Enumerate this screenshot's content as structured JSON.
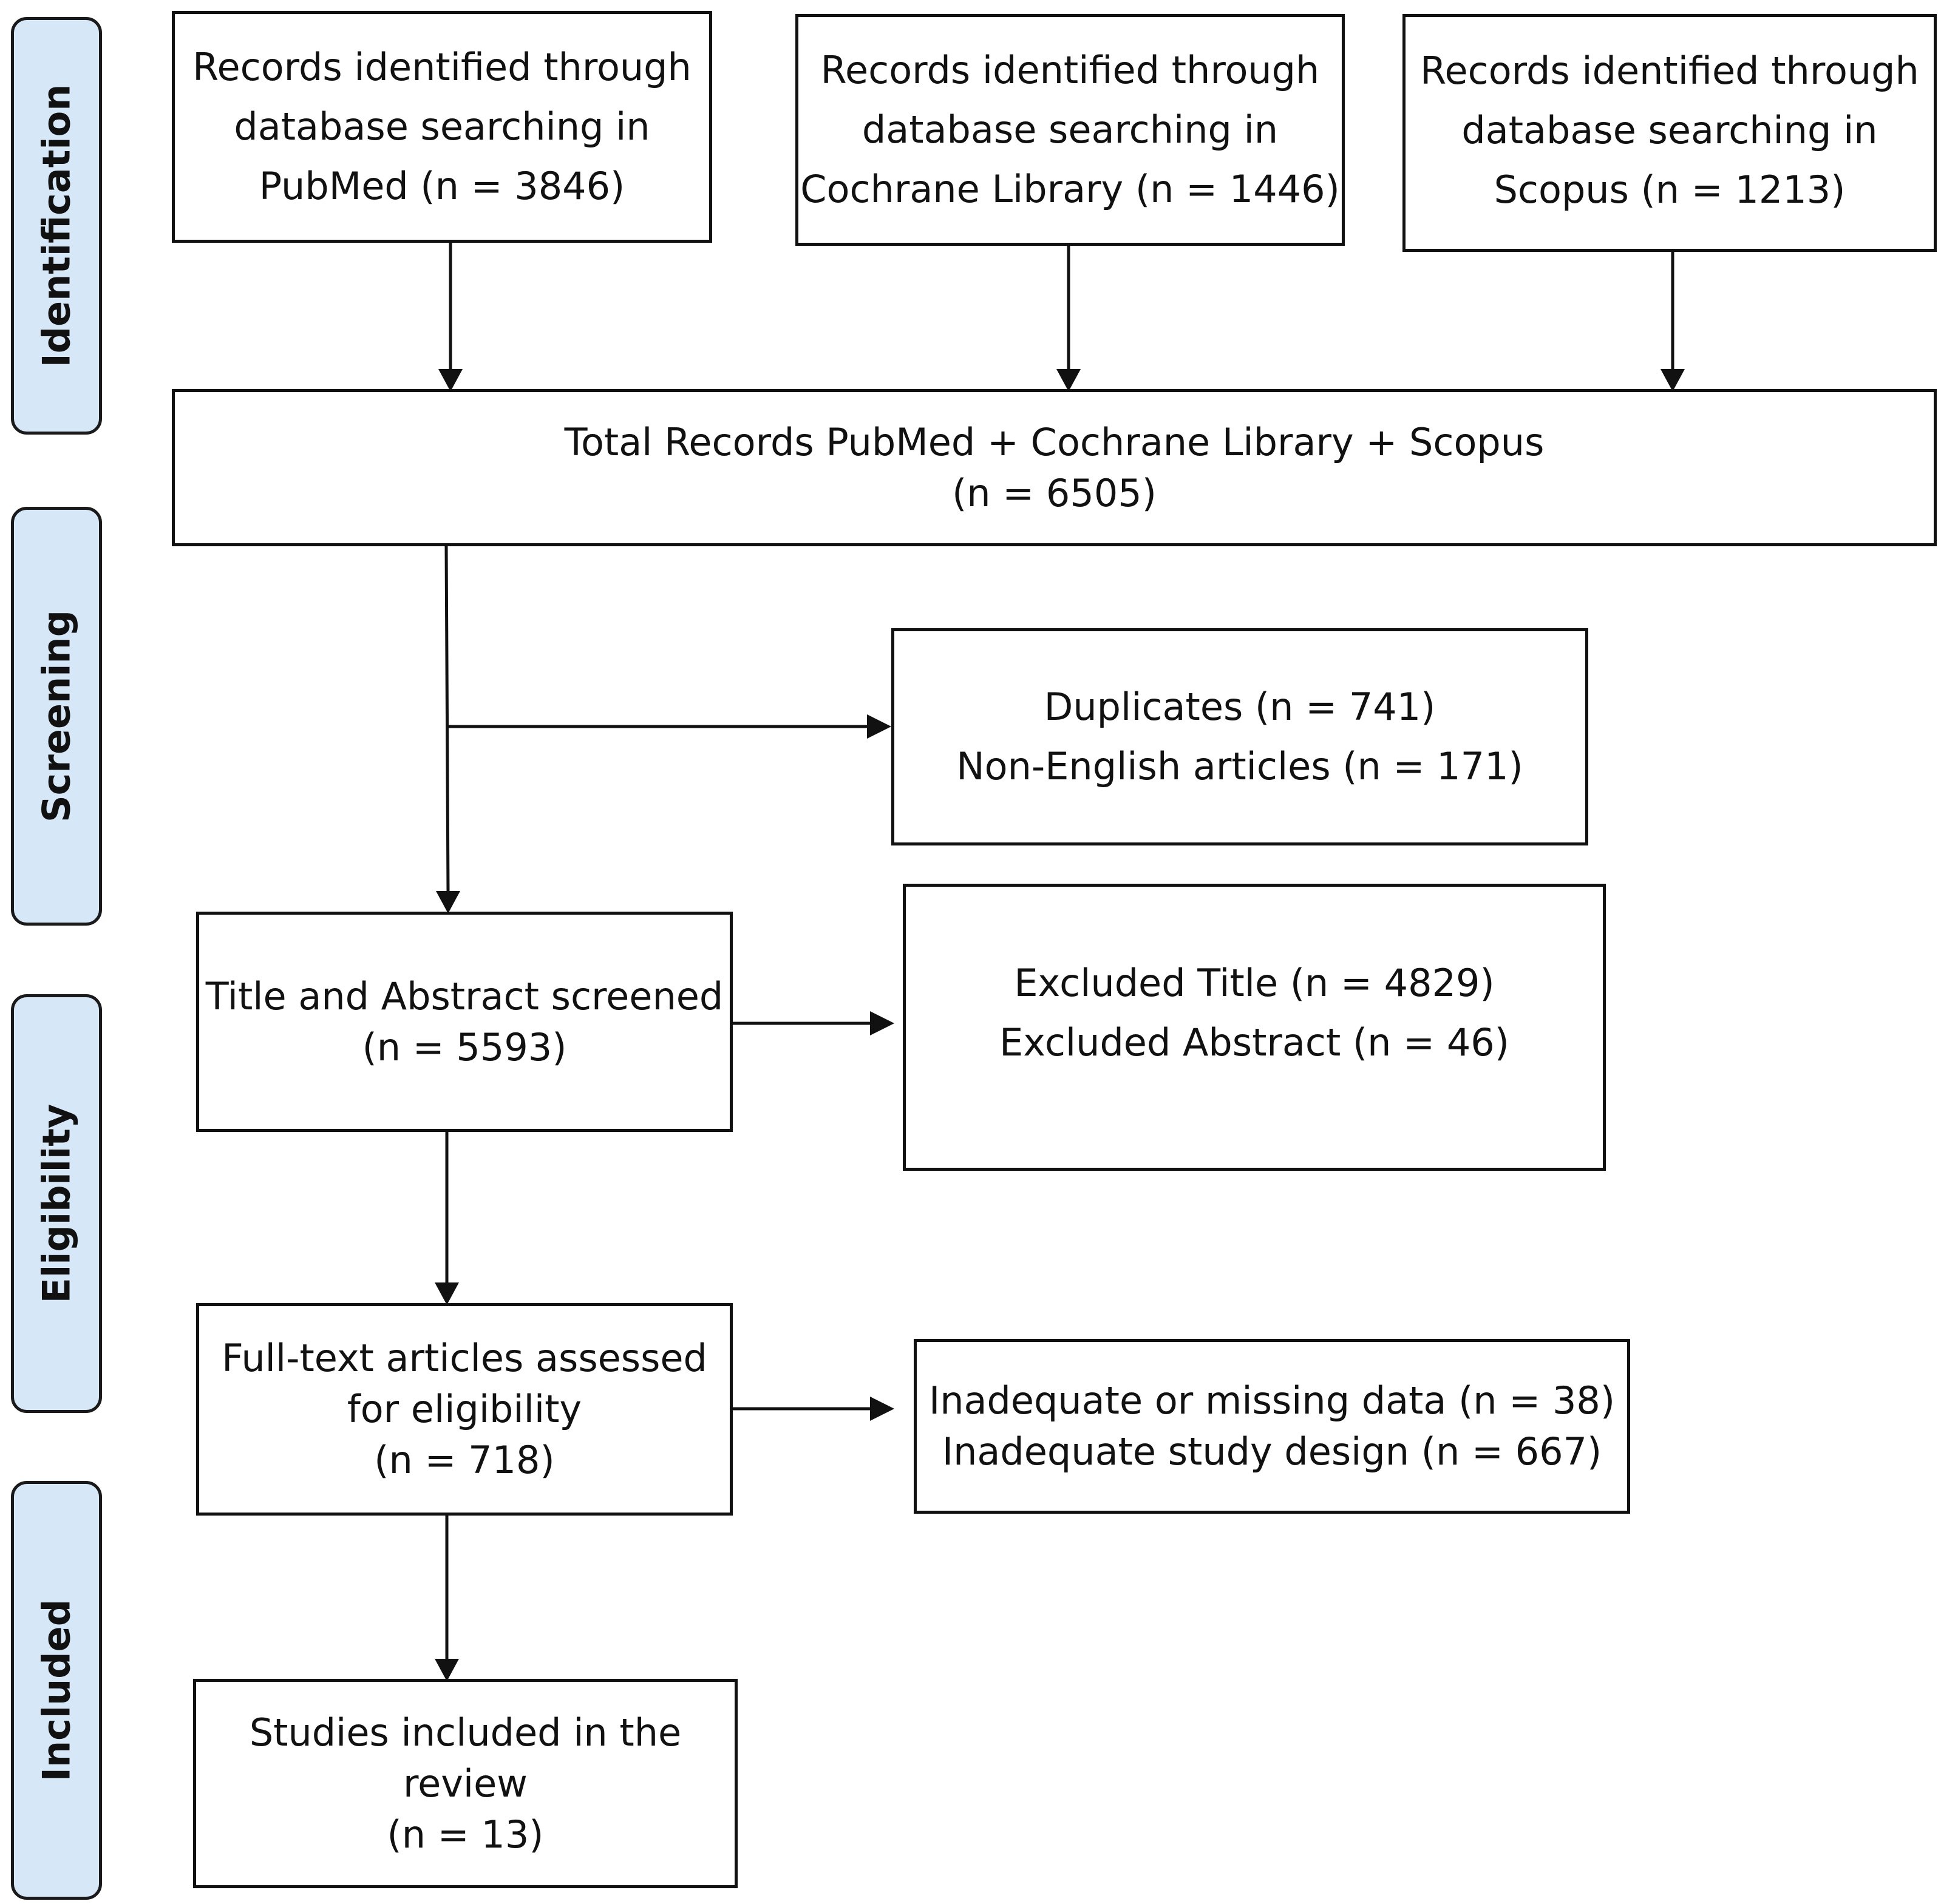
{
  "stages": {
    "identification": "Identification",
    "screening": "Screening",
    "eligibility": "Eligibility",
    "included": "Included"
  },
  "identification": {
    "pubmed": {
      "line1": "Records identified through",
      "line2": "database searching in",
      "line3": "PubMed (n = 3846)"
    },
    "cochrane": {
      "line1": "Records identified through",
      "line2": "database searching in",
      "line3": "Cochrane Library (n = 1446)"
    },
    "scopus": {
      "line1": "Records identified through",
      "line2": "database searching in",
      "line3": "Scopus (n = 1213)"
    }
  },
  "total": {
    "line1": "Total Records PubMed + Cochrane Library + Scopus",
    "line2": "(n = 6505)"
  },
  "removed": {
    "line1": "Duplicates (n = 741)",
    "line2": "Non-English articles (n = 171)"
  },
  "screened": {
    "line1": "Title and Abstract screened",
    "line2": "(n = 5593)"
  },
  "excluded": {
    "line1": "Excluded Title (n = 4829)",
    "line2": "Excluded Abstract (n = 46)"
  },
  "fulltext": {
    "line1": "Full-text articles assessed",
    "line2": "for eligibility",
    "line3": "(n = 718)"
  },
  "fulltext_excluded": {
    "line1": "Inadequate or missing data (n = 38)",
    "line2": "Inadequate study design (n = 667)"
  },
  "included": {
    "line1": "Studies included in the",
    "line2": "review",
    "line3": "(n = 13)"
  }
}
